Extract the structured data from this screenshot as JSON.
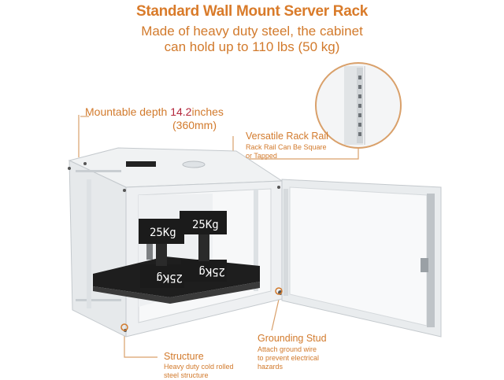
{
  "title": "Standard Wall Mount Server Rack",
  "subtitle": {
    "line1": "Made of heavy duty steel, the cabinet",
    "line2": "can hold up to 110 lbs (50 kg)"
  },
  "depth": {
    "prefix": "Mountable depth ",
    "value": "14.2",
    "unit": "inches",
    "metric": "(360mm)"
  },
  "rack_rail": {
    "heading": "Versatile Rack Rail",
    "line1": "Rack Rail Can Be Square",
    "line2": "or Tapped"
  },
  "grounding": {
    "heading": "Grounding Stud",
    "line1": "Attach ground wire",
    "line2": "to prevent electrical",
    "line3": "hazards"
  },
  "structure": {
    "heading": "Structure",
    "line1": "Heavy duty cold rolled",
    "line2": "steel structure"
  },
  "weights": [
    "25Kg",
    "25Kg",
    "25Kg",
    "25Kg"
  ],
  "colors": {
    "accent": "#d27a2c",
    "highlight": "#b3263b",
    "cabinet": "#eceff1",
    "weight": "#1b1b1b"
  }
}
